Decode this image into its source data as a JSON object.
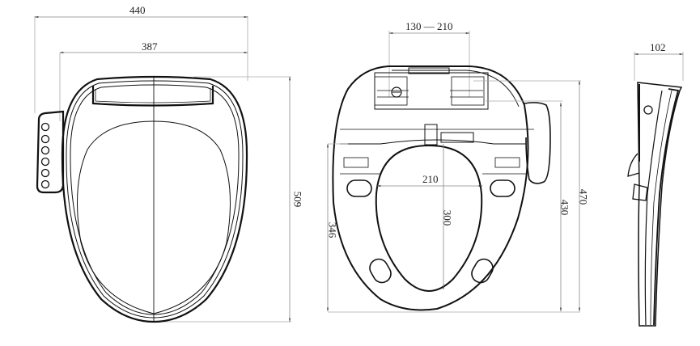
{
  "drawing": {
    "title": "Smart toilet seat dimension drawing",
    "line_color": "#111111",
    "dim_line_color": "#9a9a9a",
    "views": [
      {
        "name": "top-view",
        "dimensions": {
          "overall_width": "440",
          "seat_width": "387",
          "overall_length": "509"
        },
        "control_panel_buttons": 6
      },
      {
        "name": "bottom-view",
        "dimensions": {
          "mount_hole_spacing": "130 — 210",
          "opening_width": "210",
          "opening_length": "300",
          "ring_length": "346",
          "seat_length": "430",
          "overall_length": "470"
        }
      },
      {
        "name": "side-view",
        "dimensions": {
          "height": "102"
        }
      }
    ]
  }
}
